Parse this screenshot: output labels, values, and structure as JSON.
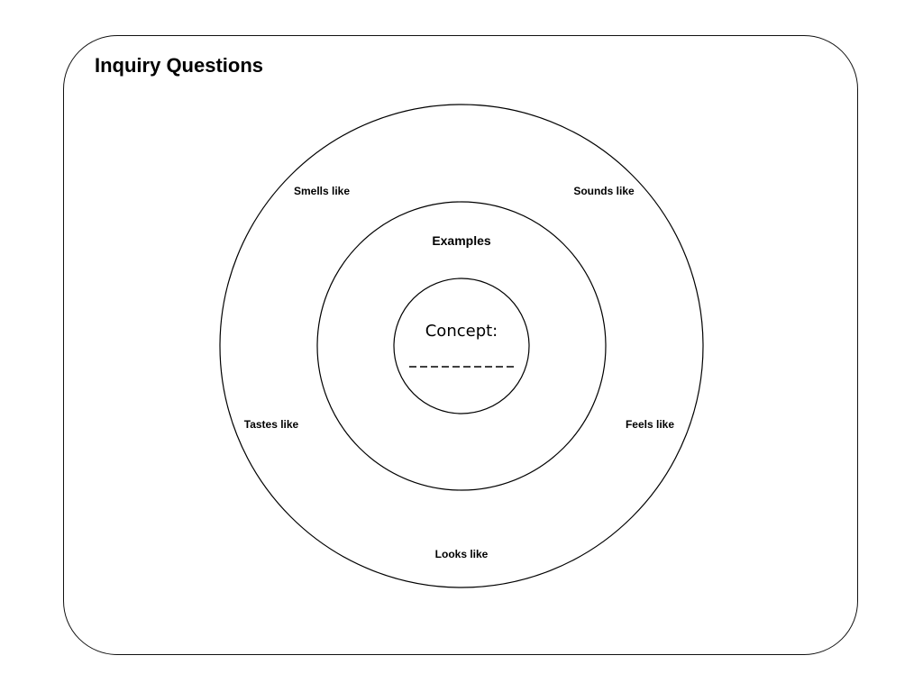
{
  "title": "Inquiry Questions",
  "diagram": {
    "center_label": "Concept:",
    "middle_ring_label": "Examples",
    "outer_ring_labels": {
      "smells": "Smells like",
      "sounds": "Sounds like",
      "tastes": "Tastes like",
      "feels": "Feels like",
      "looks": "Looks like"
    },
    "stroke_color": "#000000"
  }
}
